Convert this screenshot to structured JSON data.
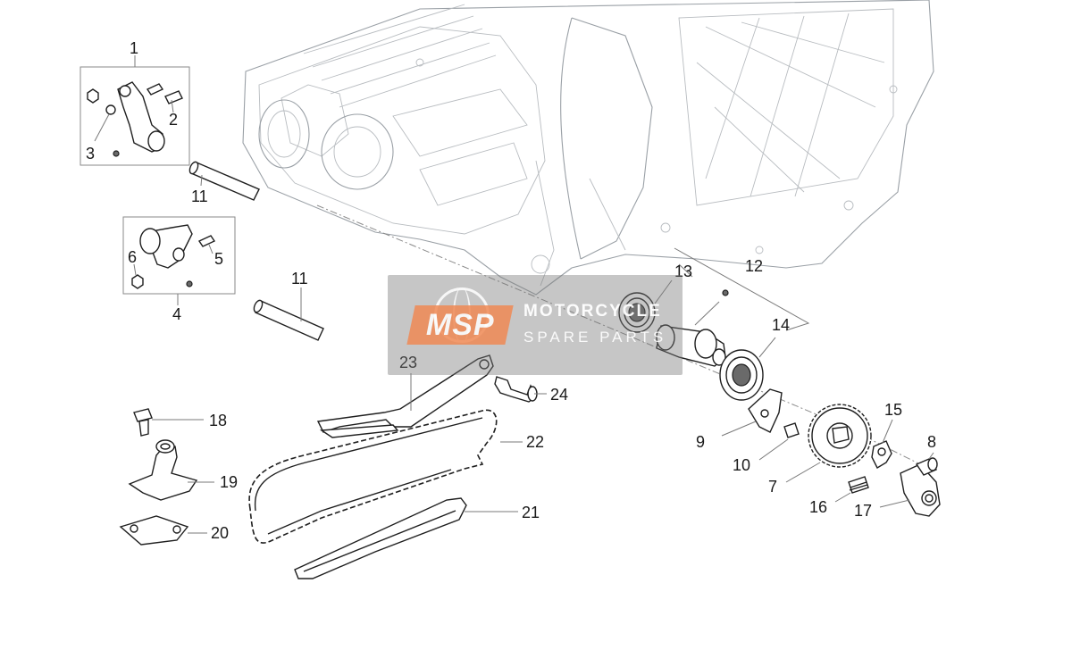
{
  "callouts": {
    "c1": "1",
    "c2": "2",
    "c3": "3",
    "c4": "4",
    "c5": "5",
    "c6": "6",
    "c7": "7",
    "c8": "8",
    "c9": "9",
    "c10": "10",
    "c11a": "11",
    "c11b": "11",
    "c12": "12",
    "c13": "13",
    "c14": "14",
    "c15": "15",
    "c16": "16",
    "c17": "17",
    "c18": "18",
    "c19": "19",
    "c20": "20",
    "c21": "21",
    "c22": "22",
    "c23": "23",
    "c24": "24"
  },
  "watermark": {
    "logo": "MSP",
    "line1": "MOTORCYCLE",
    "line2": "SPARE PARTS"
  },
  "colors": {
    "watermark_accent": "#f08a55",
    "line": "#1f1f1f",
    "engine": "#9aa0a6"
  }
}
